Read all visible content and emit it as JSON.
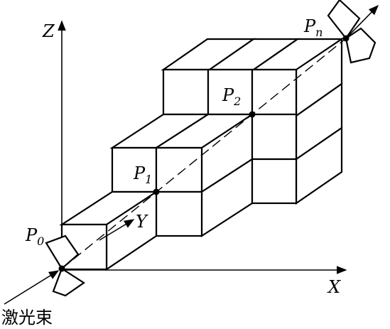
{
  "axes": {
    "x": "X",
    "y": "Y",
    "z": "Z"
  },
  "points": [
    {
      "base": "P",
      "sub": "0"
    },
    {
      "base": "P",
      "sub": "1"
    },
    {
      "base": "P",
      "sub": "2"
    },
    {
      "base": "P",
      "sub": "n"
    }
  ],
  "caption": "激光束"
}
